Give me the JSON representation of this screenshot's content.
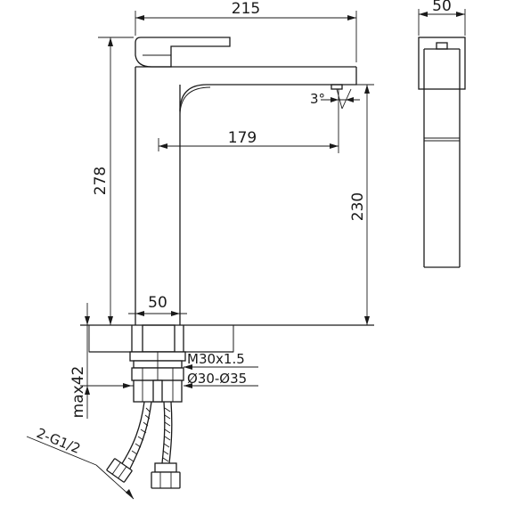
{
  "labels": {
    "total_length": "215",
    "side_width": "50",
    "angle": "3°",
    "spout_reach": "179",
    "total_height": "278",
    "spout_height": "230",
    "base_width": "50",
    "thread": "M30x1.5",
    "hole_diameter": "Ø30-Ø35",
    "max_thickness": "max42",
    "hose_connection": "2-G1/2"
  },
  "colors": {
    "line": "#1a1a1a",
    "background": "#ffffff"
  }
}
